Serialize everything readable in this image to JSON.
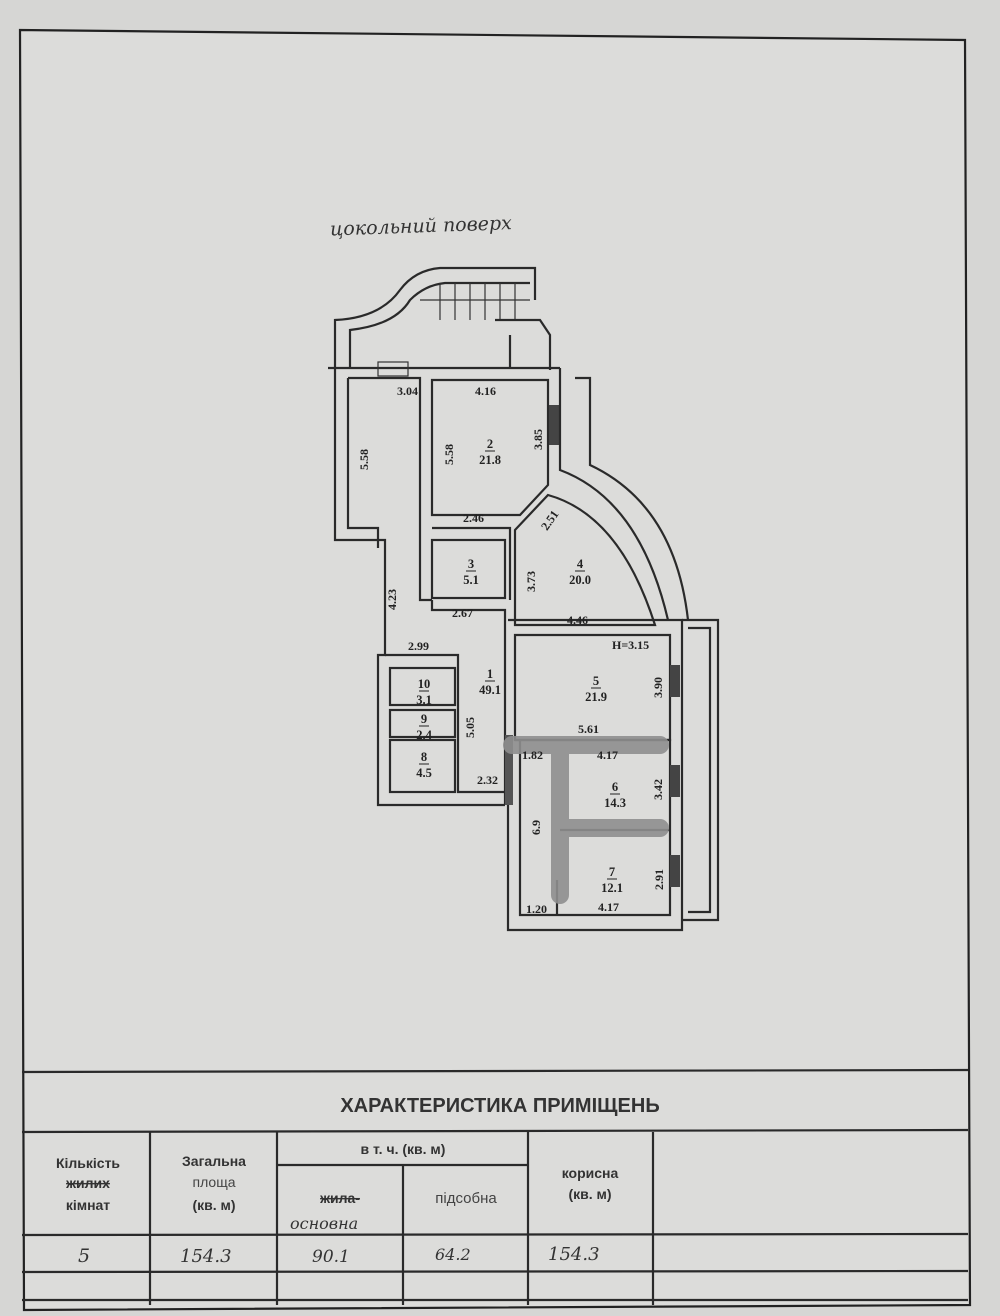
{
  "plan": {
    "floor_title": "цокольний поверх",
    "rooms": [
      {
        "no": "1",
        "area": "49.1"
      },
      {
        "no": "2",
        "area": "21.8"
      },
      {
        "no": "3",
        "area": "5.1"
      },
      {
        "no": "4",
        "area": "20.0"
      },
      {
        "no": "5",
        "area": "21.9"
      },
      {
        "no": "6",
        "area": "14.3"
      },
      {
        "no": "7",
        "area": "12.1"
      },
      {
        "no": "8",
        "area": "4.5"
      },
      {
        "no": "9",
        "area": "2.4"
      },
      {
        "no": "10",
        "area": "3.1"
      }
    ],
    "dims": {
      "d304": "3.04",
      "d416": "4.16",
      "d558a": "5.58",
      "d558b": "5.58",
      "d385": "3.85",
      "d246": "2.46",
      "d251": "2.51",
      "d373": "3.73",
      "d267": "2.67",
      "d446": "4.46",
      "d423": "4.23",
      "d299": "2.99",
      "d505": "5.05",
      "d232": "2.32",
      "height": "H=3.15",
      "d390": "3.90",
      "d561": "5.61",
      "d182": "1.82",
      "d417a": "4.17",
      "d342": "3.42",
      "d69": "6.9",
      "d291": "2.91",
      "d120": "1.20",
      "d417b": "4.17"
    }
  },
  "table": {
    "title": "ХАРАКТЕРИСТИКА  ПРИМІЩЕНЬ",
    "headers": {
      "rooms_count": [
        "Кількість",
        "жилих",
        "кімнат"
      ],
      "total_area": [
        "Загальна",
        "площа",
        "(кв. м)"
      ],
      "incl": "в т. ч. (кв. м)",
      "living": "жила-",
      "living_hand": "основна",
      "auxiliary": "підсобна",
      "useful": [
        "корисна",
        "(кв. м)"
      ]
    },
    "values": {
      "rooms_count": "5",
      "total_area": "154.3",
      "living": "90.1",
      "auxiliary": "64.2",
      "useful": "154.3"
    }
  }
}
